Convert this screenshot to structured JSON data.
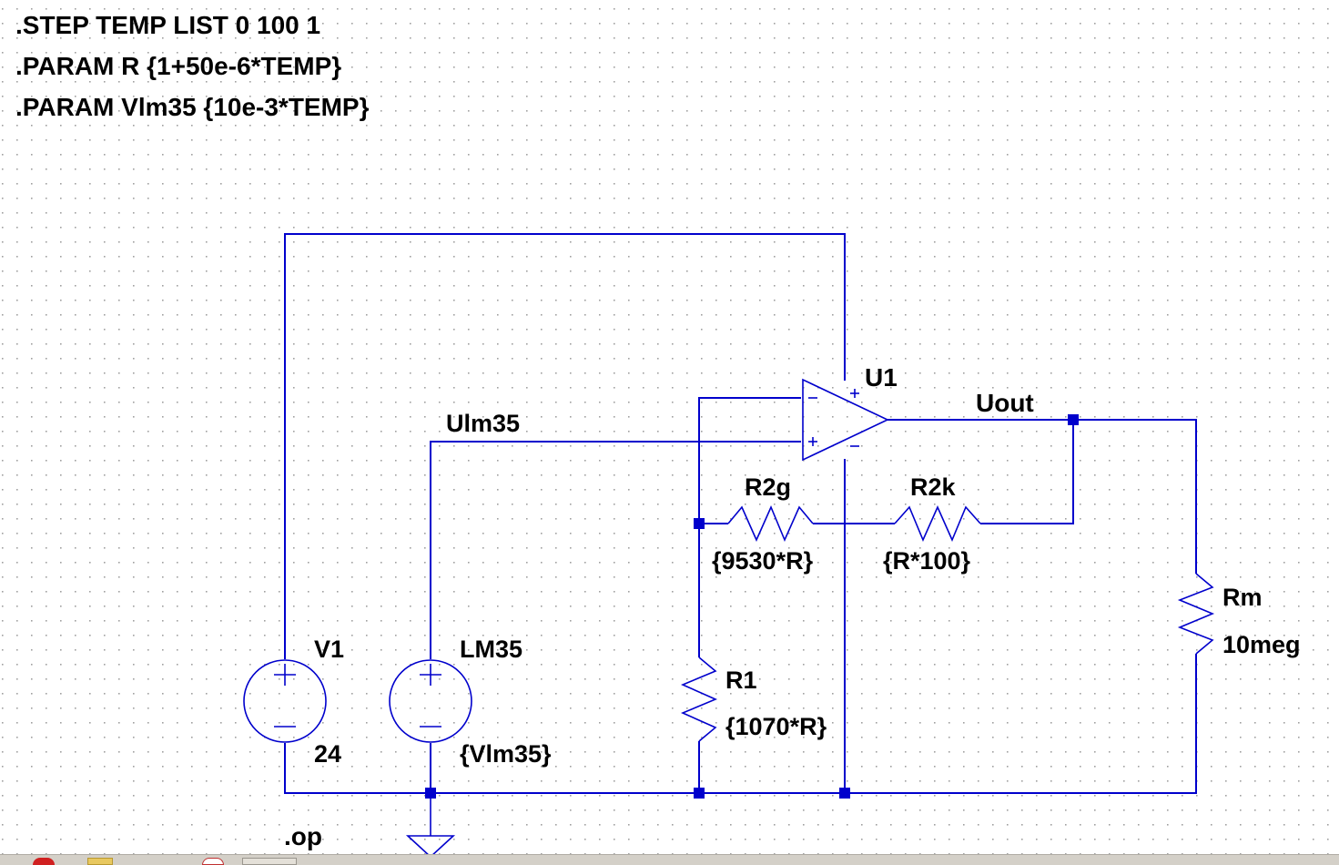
{
  "directives": {
    "step": ".STEP TEMP LIST 0 100 1",
    "param_r": ".PARAM R {1+50e-6*TEMP}",
    "param_vlm35": ".PARAM Vlm35 {10e-3*TEMP}",
    "op": ".op"
  },
  "opamp": {
    "name": "U1"
  },
  "nets": {
    "ulm35": "Ulm35",
    "uout": "Uout"
  },
  "resistors": {
    "r2g": {
      "name": "R2g",
      "value": "{9530*R}"
    },
    "r2k": {
      "name": "R2k",
      "value": "{R*100}"
    },
    "r1": {
      "name": "R1",
      "value": "{1070*R}"
    },
    "rm": {
      "name": "Rm",
      "value": "10meg"
    }
  },
  "sources": {
    "v1": {
      "name": "V1",
      "value": "24"
    },
    "lm35": {
      "name": "LM35",
      "value": "{Vlm35}"
    }
  },
  "colors": {
    "wire": "#0000cc",
    "grid": "#a0a0a0",
    "text": "#000000"
  }
}
